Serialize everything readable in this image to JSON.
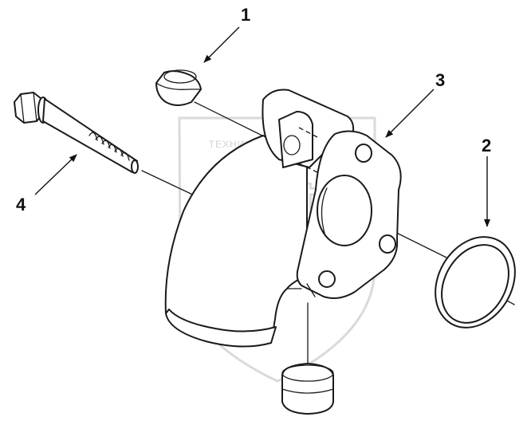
{
  "watermark": {
    "caption": "ТЕХНИКА И ЗАПЧАСТИ",
    "logo": "ЭПФ"
  },
  "callouts": [
    {
      "id": "1",
      "label": "1"
    },
    {
      "id": "2",
      "label": "2"
    },
    {
      "id": "3",
      "label": "3"
    },
    {
      "id": "4",
      "label": "4"
    }
  ],
  "colors": {
    "line": "#1a1a1a",
    "watermark": "#d6d6d6",
    "background": "#ffffff"
  }
}
